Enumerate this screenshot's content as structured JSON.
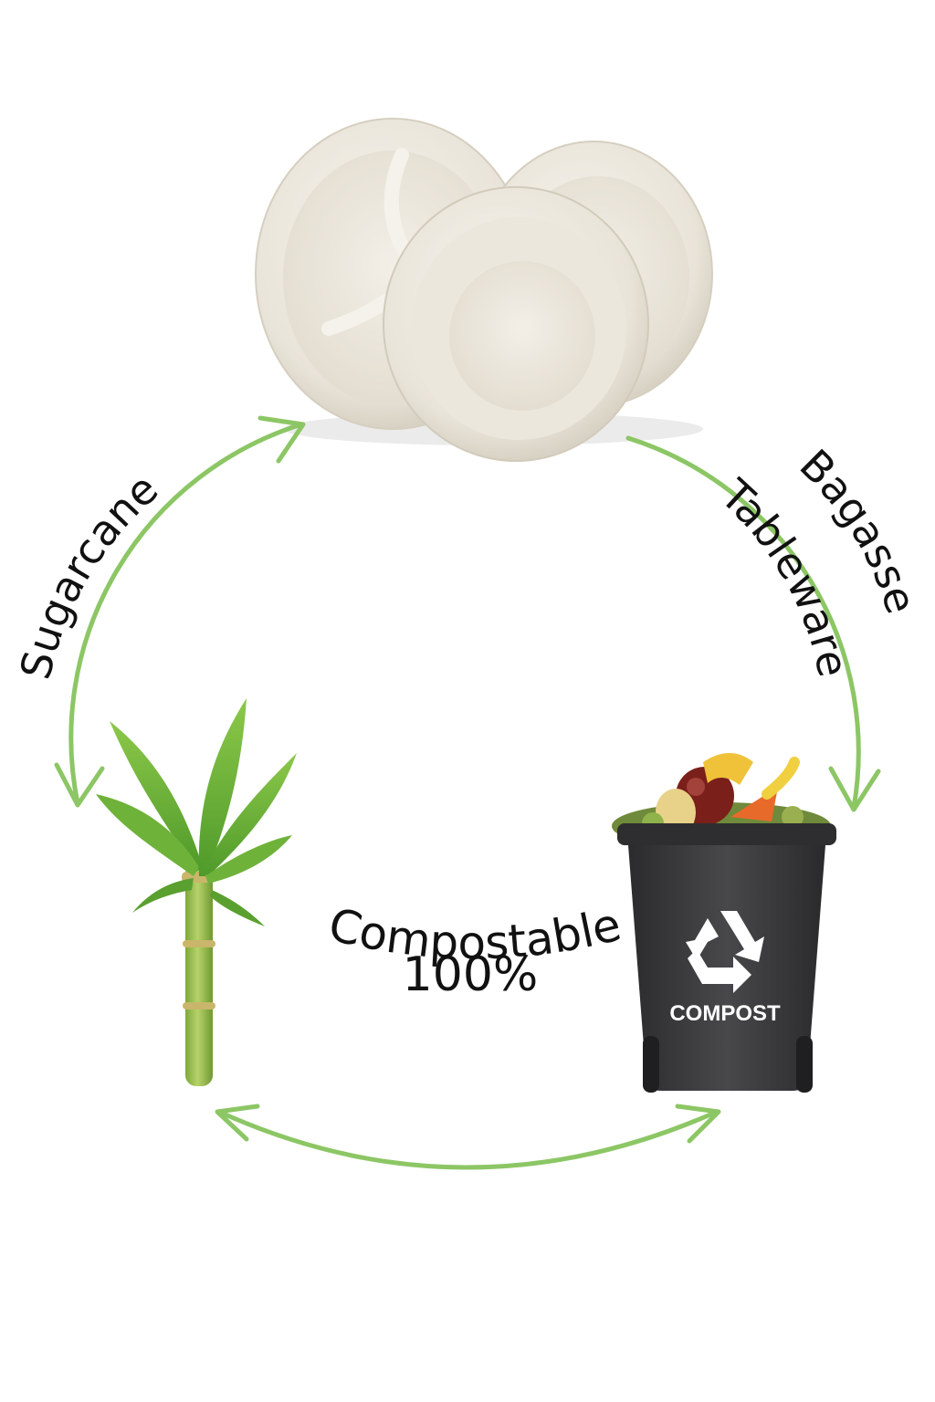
{
  "diagram": {
    "labels": {
      "sugarcane": "Sugarcane",
      "bagasse_line1": "Bagasse",
      "bagasse_line2": "Tableware",
      "compostable_line1": "100%",
      "compostable_line2": "Compostable"
    },
    "bin_label": "COMPOST",
    "colors": {
      "arrow": "#8cc665",
      "text": "#111111",
      "plate": "#efebe2",
      "bin": "#3a3a3c",
      "cane_stalk": "#9fc34a",
      "leaf": "#6fb23a"
    },
    "icons": {
      "plates": "bagasse-plates",
      "plant": "sugarcane-plant",
      "bin": "compost-bin",
      "recycle": "recycle-icon"
    }
  }
}
